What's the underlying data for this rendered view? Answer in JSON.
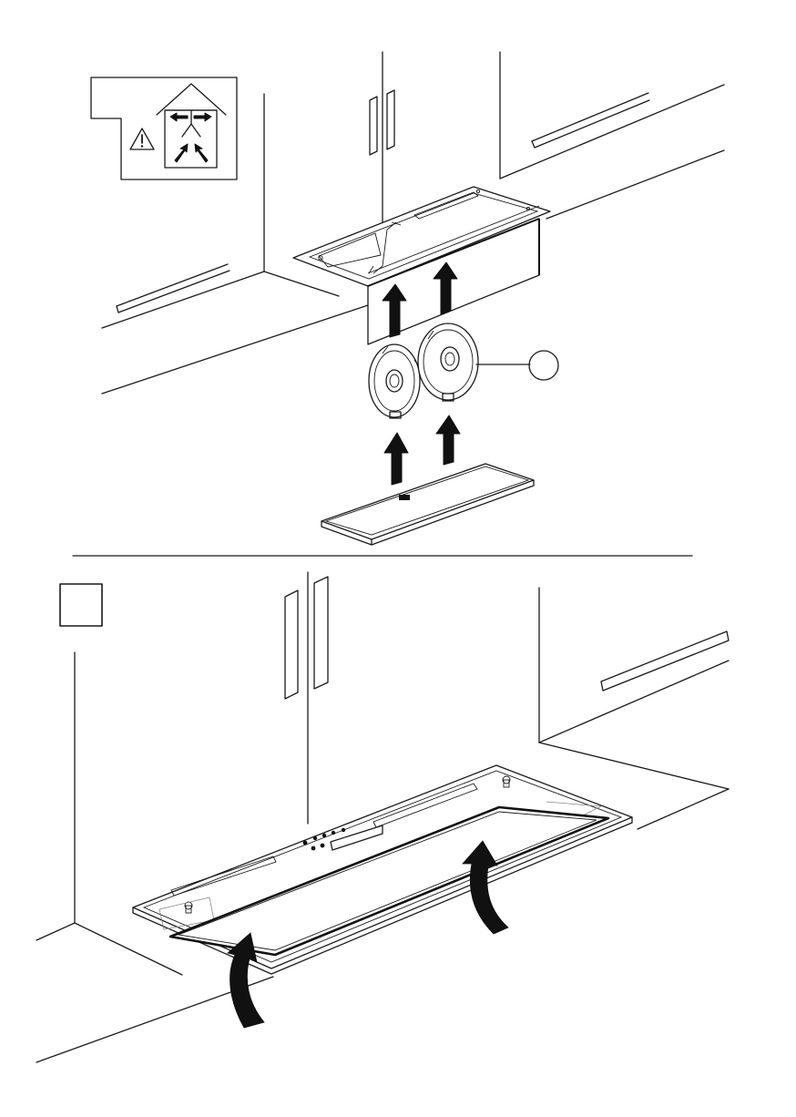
{
  "diagram": {
    "step_top": {
      "warning_symbol": "warning-triangle-icon",
      "callout_label": "",
      "parts": [
        "canopy-hood",
        "carbon-filter-left",
        "carbon-filter-right",
        "grease-filter-panel"
      ]
    },
    "step_bottom": {
      "step_number": "",
      "parts": [
        "canopy-hood",
        "filter-panel"
      ]
    },
    "colors": {
      "line": "#1a1a1a",
      "background": "#ffffff"
    }
  }
}
